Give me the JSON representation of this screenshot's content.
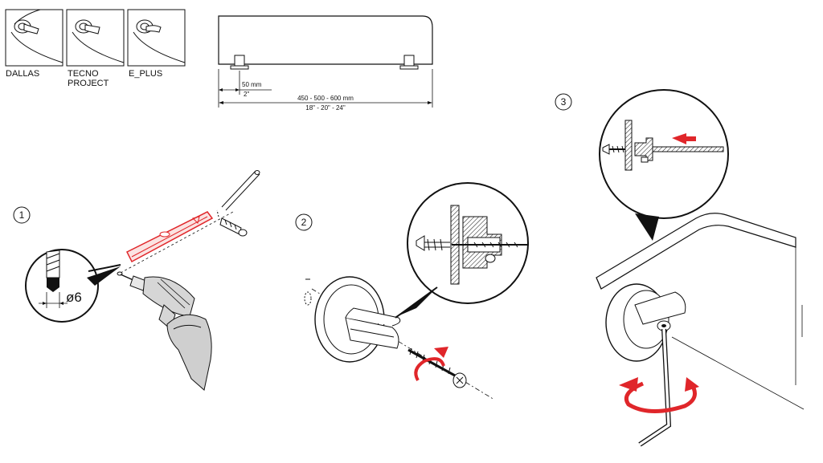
{
  "models": [
    {
      "name": "DALLAS"
    },
    {
      "name": "TECNO\nPROJECT"
    },
    {
      "name": "E_PLUS"
    }
  ],
  "dimensions": {
    "offset_mm": "50 mm",
    "offset_in": "2\"",
    "length_mm": "450 - 500 - 600 mm",
    "length_in": "18\" - 20\" - 24\""
  },
  "steps": [
    {
      "number": "1",
      "drill_label": "ø6"
    },
    {
      "number": "2"
    },
    {
      "number": "3"
    }
  ],
  "colors": {
    "line": "#111111",
    "highlight_red": "#e0262a",
    "hand_gray": "#cfcfcf",
    "drill_gray": "#d6d6d6"
  }
}
